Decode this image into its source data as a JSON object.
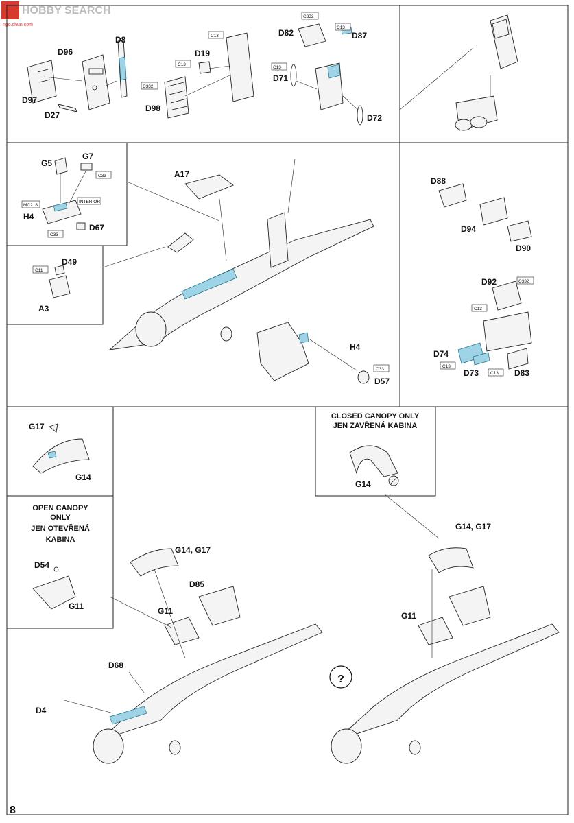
{
  "watermark": {
    "brand": "HOBBY SEARCH",
    "site": "ngo.chun.com"
  },
  "page_number": "8",
  "steps": {
    "seat_pe": {
      "labels": [
        "D8",
        "D96",
        "D97",
        "D27",
        "D19",
        "D98",
        "D82",
        "D87",
        "D71",
        "D72"
      ],
      "refs": [
        "C13",
        "C13",
        "C332",
        "C332",
        "C13",
        "C13"
      ]
    },
    "console": {
      "labels": [
        "G5",
        "G7",
        "H4",
        "D67"
      ],
      "refs": [
        "C33",
        "MC218",
        "INTERIOR",
        "C33"
      ]
    },
    "instrument": {
      "labels": [
        "D49",
        "A3"
      ],
      "refs": [
        "C11"
      ]
    },
    "main_cockpit": {
      "labels": [
        "A17",
        "H4",
        "D57"
      ],
      "refs": [
        "C33"
      ]
    },
    "seat_right": {
      "labels": [
        "D88",
        "D94",
        "D90",
        "D92",
        "D74",
        "D73",
        "D83"
      ],
      "refs": [
        "C332",
        "C13",
        "C13",
        "C13"
      ]
    },
    "canopy_detail": {
      "labels": [
        "G17",
        "G14"
      ]
    },
    "open_note": {
      "lines": [
        "OPEN CANOPY",
        "ONLY",
        "JEN OTEVŘENÁ",
        "KABINA"
      ],
      "labels": [
        "D54",
        "G11"
      ]
    },
    "closed_note": {
      "lines": [
        "CLOSED CANOPY ONLY",
        "JEN ZAVŘENÁ KABINA"
      ],
      "labels": [
        "G14"
      ]
    },
    "open_assembly": {
      "labels": [
        "G14, G17",
        "D85",
        "G11",
        "D68",
        "D4"
      ]
    },
    "closed_assembly": {
      "labels": [
        "G14, G17",
        "G11"
      ],
      "query": "?"
    }
  },
  "colors": {
    "photo_etch": "#9fd3e6",
    "line": "#111111"
  }
}
